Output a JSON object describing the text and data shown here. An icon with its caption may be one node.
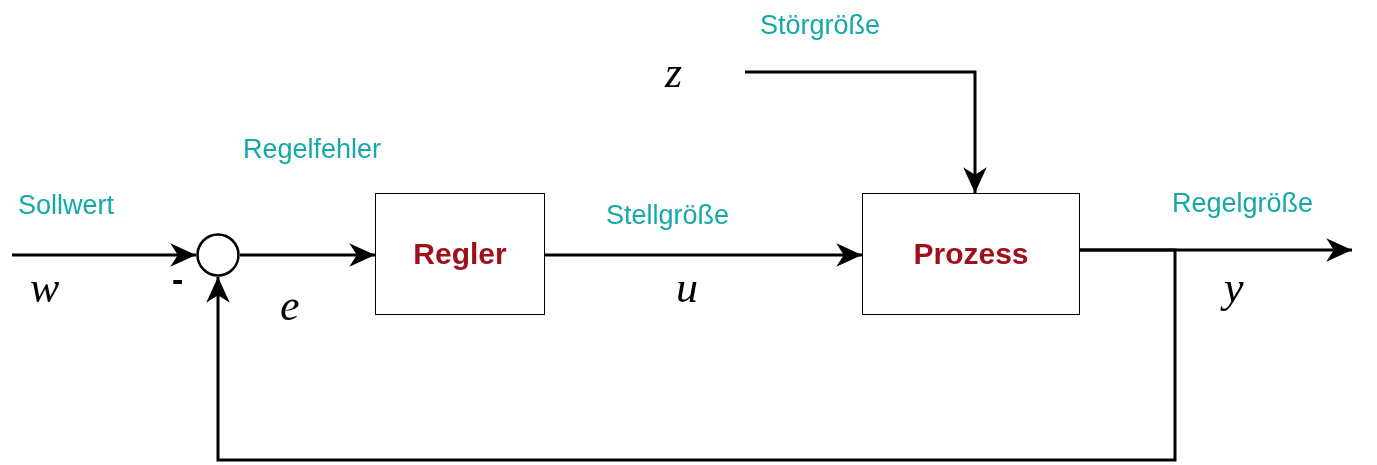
{
  "diagram": {
    "nodes": [
      {
        "text": [],
        "shape": "circle"
      },
      {
        "text": [
          "Regler"
        ]
      },
      {
        "text": [
          "Prozess"
        ]
      },
      {
        "text": [
          "z"
        ]
      }
    ],
    "edges": [
      {
        "from": null,
        "to": 0,
        "arrow": "to"
      },
      {
        "from": 0,
        "to": 1,
        "arrow": "to"
      },
      {
        "from": 1,
        "to": 2,
        "arrow": "to"
      },
      {
        "from": 2,
        "to": null,
        "arrow": "to"
      },
      {
        "from": 3,
        "to": 2,
        "arrow": "to"
      },
      {
        "from": 2,
        "to": 0,
        "arrow": "to"
      }
    ],
    "labels": [
      "Störgröße",
      "Regelfehler",
      "Sollwert",
      "Stellgröße",
      "Regelgröße",
      "w",
      "-",
      "e",
      "u",
      "y"
    ]
  }
}
